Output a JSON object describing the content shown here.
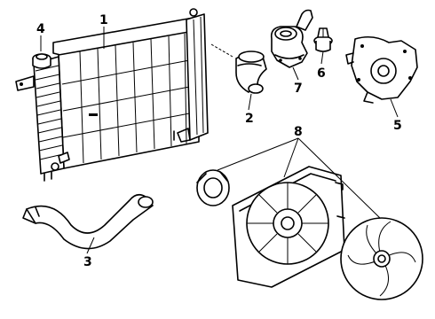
{
  "diagram": {
    "callouts": {
      "c1": "1",
      "c2": "2",
      "c3": "3",
      "c4": "4",
      "c5": "5",
      "c6": "6",
      "c7": "7",
      "c8": "8"
    },
    "parts": [
      {
        "id": "radiator",
        "callout": "1"
      },
      {
        "id": "upper-hose",
        "callout": "2"
      },
      {
        "id": "lower-hose",
        "callout": "3"
      },
      {
        "id": "radiator-cap",
        "callout": "4"
      },
      {
        "id": "water-pump",
        "callout": "5"
      },
      {
        "id": "thermostat",
        "callout": "6"
      },
      {
        "id": "thermostat-housing",
        "callout": "7"
      },
      {
        "id": "fan-assembly",
        "callout": "8"
      }
    ],
    "colors": {
      "line": "#000000",
      "background": "#ffffff"
    }
  }
}
